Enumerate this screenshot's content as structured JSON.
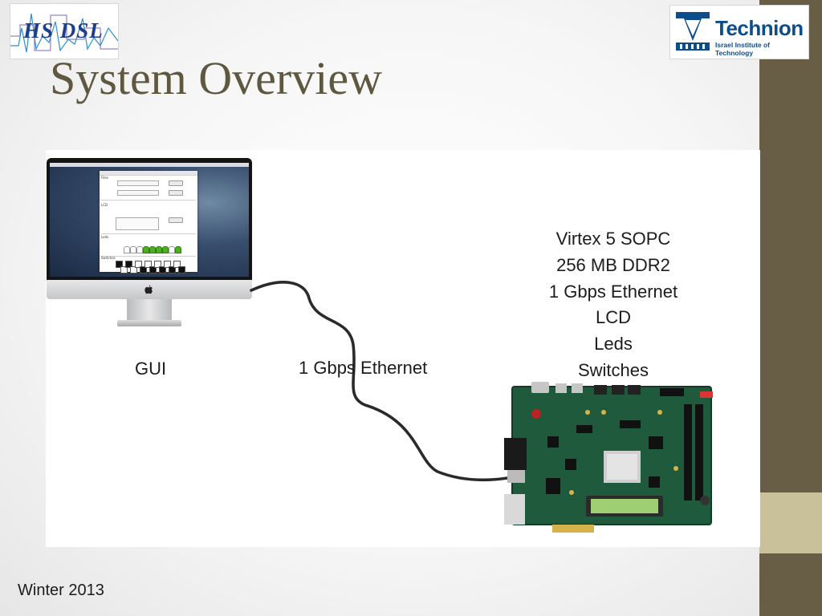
{
  "slide": {
    "title": "System Overview",
    "footer": "Winter 2013"
  },
  "logos": {
    "left": {
      "text": "HS DSL"
    },
    "right": {
      "name": "Technion",
      "subtitle": "Israel Institute of Technology"
    }
  },
  "labels": {
    "gui": "GUI",
    "link": "1 Gbps Ethernet"
  },
  "board_specs": [
    "Virtex 5 SOPC",
    "256 MB DDR2",
    "1 Gbps Ethernet",
    "LCD",
    "Leds",
    "Switches"
  ],
  "gui_screen": {
    "sections": [
      "Files",
      "LCD",
      "Leds",
      "Switches"
    ],
    "led_states": [
      0,
      0,
      0,
      1,
      1,
      1,
      1,
      0,
      1
    ],
    "switch_states": [
      1,
      0,
      1,
      0,
      0,
      1,
      0,
      1,
      0,
      1,
      0,
      1,
      0,
      1
    ]
  },
  "colors": {
    "accent_band": "#675e45",
    "accent_band_light": "#c8c199",
    "title": "#5f5840",
    "technion_blue": "#0d4d8c",
    "led_on": "#4caf1f"
  }
}
